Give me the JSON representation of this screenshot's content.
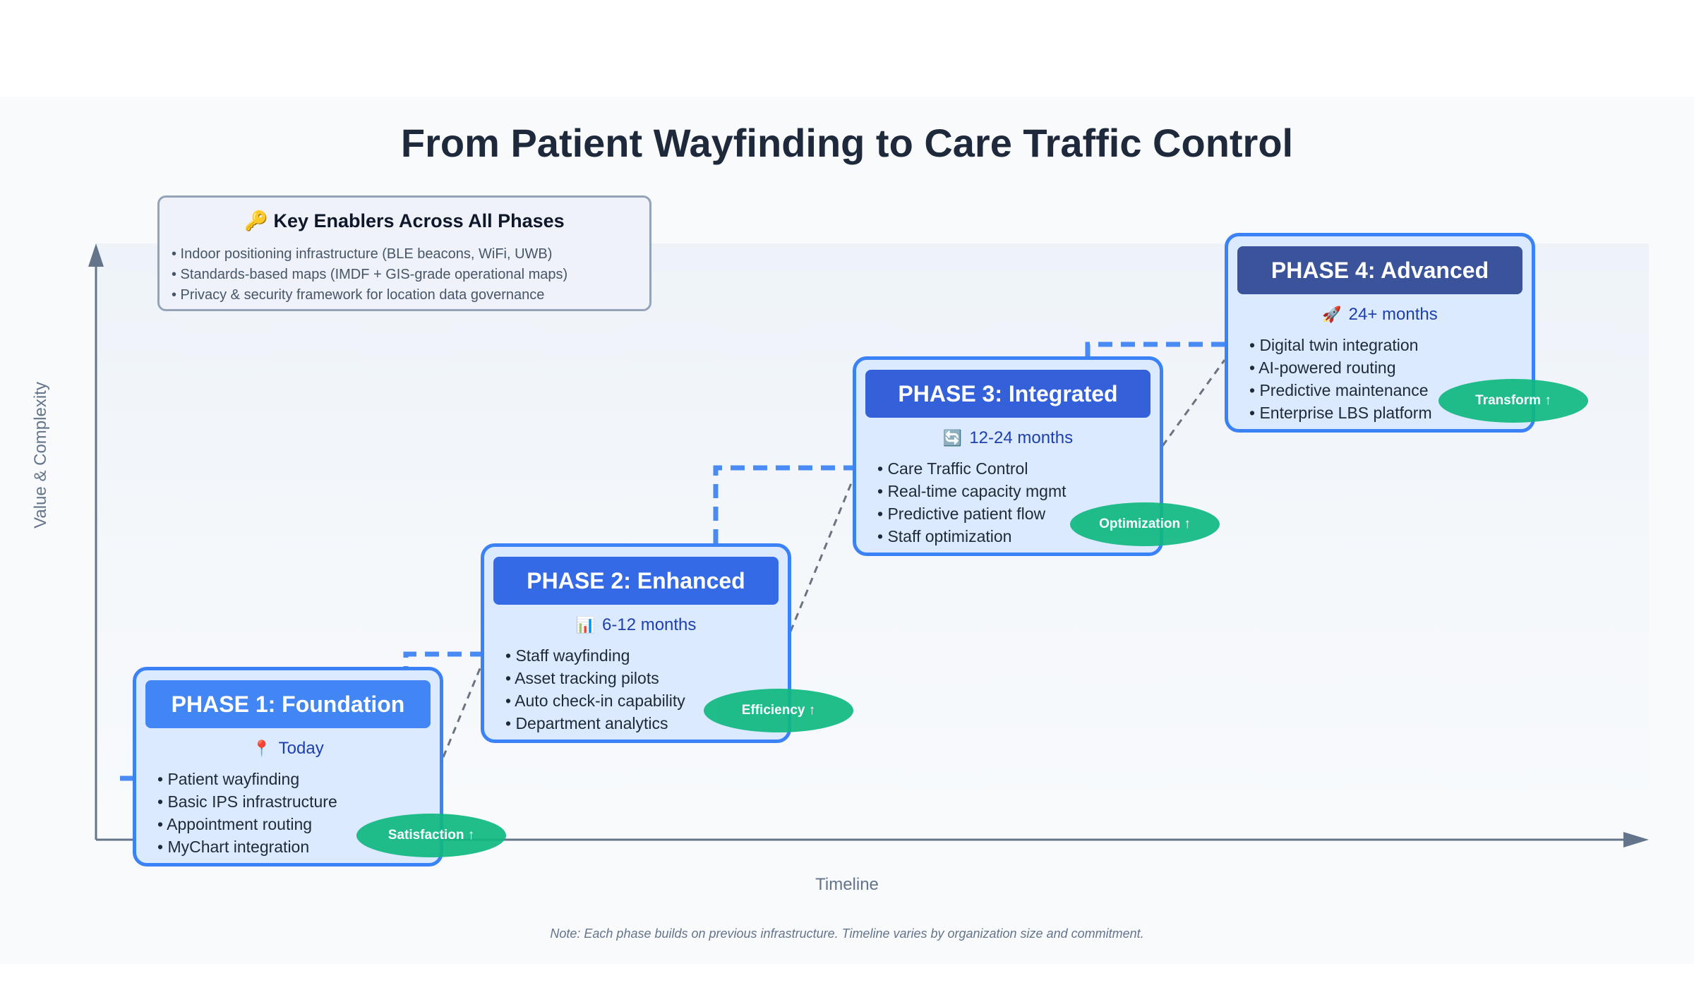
{
  "title": "From Patient Wayfinding to Care Traffic Control",
  "enablers": {
    "icon": "key-icon",
    "heading": "Key Enablers Across All Phases",
    "items": [
      "• Indoor positioning infrastructure (BLE beacons, WiFi, UWB)",
      "• Standards-based maps (IMDF + GIS-grade operational maps)",
      "• Privacy & security framework for location data governance"
    ]
  },
  "axes": {
    "x_label": "Timeline",
    "y_label": "Value & Complexity"
  },
  "phases": [
    {
      "title": "PHASE 1: Foundation",
      "icon": "pushpin-icon",
      "timeframe": "Today",
      "header_color": "#4285f4",
      "items": [
        "• Patient wayfinding",
        "• Basic IPS infrastructure",
        "• Appointment routing",
        "• MyChart integration"
      ],
      "outcome": "Satisfaction ↑"
    },
    {
      "title": "PHASE 2: Enhanced",
      "icon": "bar-chart-icon",
      "timeframe": "6-12 months",
      "header_color": "#356ae6",
      "items": [
        "• Staff wayfinding",
        "• Asset tracking pilots",
        "• Auto check-in capability",
        "• Department analytics"
      ],
      "outcome": "Efficiency ↑"
    },
    {
      "title": "PHASE 3: Integrated",
      "icon": "refresh-icon",
      "timeframe": "12-24 months",
      "header_color": "#3461d9",
      "items": [
        "• Care Traffic Control",
        "• Real-time capacity mgmt",
        "• Predictive patient flow",
        "• Staff optimization"
      ],
      "outcome": "Optimization ↑"
    },
    {
      "title": "PHASE 4: Advanced",
      "icon": "rocket-icon",
      "timeframe": "24+ months",
      "header_color": "#3a539b",
      "items": [
        "• Digital twin integration",
        "• AI-powered routing",
        "• Predictive maintenance",
        "• Enterprise LBS platform"
      ],
      "outcome": "Transform ↑"
    }
  ],
  "note": "Note: Each phase builds on previous infrastructure. Timeline varies by organization size and commitment.",
  "colors": {
    "card_border": "#3b82f6",
    "card_fill": "#dbeafe",
    "outcome_pill": "#10b981",
    "axis": "#64748b",
    "staircase": "#4a8af4",
    "diagonal": "#6b7280"
  }
}
